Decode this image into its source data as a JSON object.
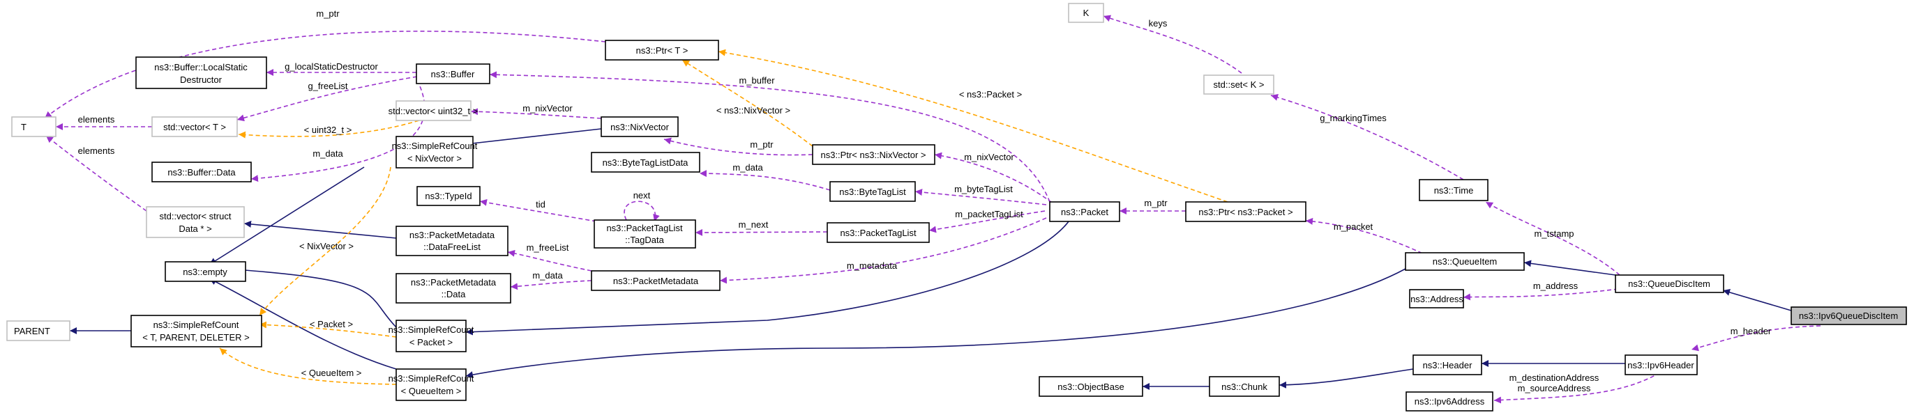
{
  "colors": {
    "inherit": "#191970",
    "use": "#9a32cd",
    "template": "#ffa500",
    "highlight_fill": "#bfbfbf",
    "grey_border": "#bfbfbf"
  },
  "nodes": {
    "ipv6queuediscitem": [
      "ns3::Ipv6QueueDiscItem"
    ],
    "queuediscitem": [
      "ns3::QueueDiscItem"
    ],
    "queueitem": [
      "ns3::QueueItem"
    ],
    "time": [
      "ns3::Time"
    ],
    "set": [
      "std::set< K >"
    ],
    "k": [
      "K"
    ],
    "address": [
      "ns3::Address"
    ],
    "ipv6header": [
      "ns3::Ipv6Header"
    ],
    "ipv6address": [
      "ns3::Ipv6Address"
    ],
    "header": [
      "ns3::Header"
    ],
    "chunk": [
      "ns3::Chunk"
    ],
    "objectbase": [
      "ns3::ObjectBase"
    ],
    "ptr_packet": [
      "ns3::Ptr< ns3::Packet >"
    ],
    "packet": [
      "ns3::Packet"
    ],
    "ptr_t": [
      "ns3::Ptr< T >"
    ],
    "ptr_nixvector": [
      "ns3::Ptr< ns3::NixVector >"
    ],
    "bytetaglist": [
      "ns3::ByteTagList"
    ],
    "bytetaglistdata": [
      "ns3::ByteTagListData"
    ],
    "packettaglist": [
      "ns3::PacketTagList"
    ],
    "tagdata": [
      "ns3::PacketTagList",
      "::TagData"
    ],
    "typeid": [
      "ns3::TypeId"
    ],
    "packetmetadata": [
      "ns3::PacketMetadata"
    ],
    "pm_datafreelist": [
      "ns3::PacketMetadata",
      "::DataFreeList"
    ],
    "pm_data": [
      "ns3::PacketMetadata",
      "::Data"
    ],
    "nixvector": [
      "ns3::NixVector"
    ],
    "vector_uint32": [
      "std::vector< uint32_t >"
    ],
    "buffer": [
      "ns3::Buffer"
    ],
    "buffer_lsd": [
      "ns3::Buffer::LocalStatic",
      "Destructor"
    ],
    "buffer_data": [
      "ns3::Buffer::Data"
    ],
    "vector_t": [
      "std::vector< T >"
    ],
    "t": [
      "T"
    ],
    "vector_struct": [
      "std::vector< struct",
      "Data * >"
    ],
    "empty": [
      "ns3::empty"
    ],
    "parent": [
      "PARENT"
    ],
    "src_generic": [
      "ns3::SimpleRefCount",
      "< T, PARENT, DELETER >"
    ],
    "src_nixvector": [
      "ns3::SimpleRefCount",
      "< NixVector >"
    ],
    "src_packet": [
      "ns3::SimpleRefCount",
      "< Packet >"
    ],
    "src_queueitem": [
      "ns3::SimpleRefCount",
      "< QueueItem >"
    ]
  },
  "edge_labels": {
    "m_header": "m_header",
    "m_address": "m_address",
    "m_tstamp": "m_tstamp",
    "g_markingTimes": "g_markingTimes",
    "keys": "keys",
    "m_packet": "m_packet",
    "m_dest_addr": "m_destinationAddress",
    "m_source_addr": "m_sourceAddress",
    "m_ptr_packet": "m_ptr",
    "ptr_packet_tmpl": "< ns3::Packet >",
    "m_buffer": "m_buffer",
    "m_nixVector": "m_nixVector",
    "m_byteTagList": "m_byteTagList",
    "m_packetTagList": "m_packetTagList",
    "m_metadata": "m_metadata",
    "m_ptr_nix": "m_ptr",
    "nixvector_tmpl": "< ns3::NixVector >",
    "m_data_btld": "m_data",
    "next": "next",
    "m_next": "m_next",
    "tid": "tid",
    "m_freeList": "m_freeList",
    "m_data_pm": "m_data",
    "m_nixVector_vec": "m_nixVector",
    "uint32_tmpl": "< uint32_t >",
    "m_data_buf": "m_data",
    "g_freeList": "g_freeList",
    "g_lsd": "g_localStaticDestructor",
    "elements_1": "elements",
    "elements_2": "elements",
    "m_ptr_t": "m_ptr",
    "nixvector_tmpl2": "< NixVector >",
    "packet_tmpl": "< Packet >",
    "queueitem_tmpl": "< QueueItem >"
  }
}
